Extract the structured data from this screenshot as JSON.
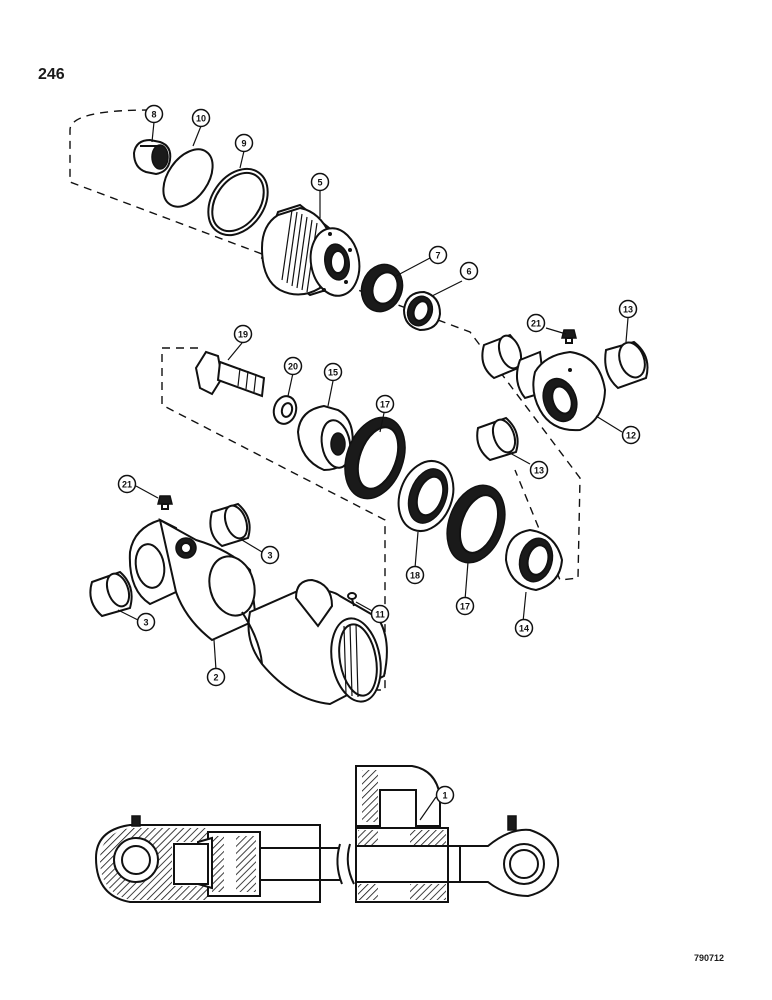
{
  "page": {
    "number": "246",
    "figure_id": "790712"
  },
  "callouts": [
    {
      "label": "8"
    },
    {
      "label": "10"
    },
    {
      "label": "9"
    },
    {
      "label": "5"
    },
    {
      "label": "7"
    },
    {
      "label": "6"
    },
    {
      "label": "21"
    },
    {
      "label": "13"
    },
    {
      "label": "19"
    },
    {
      "label": "20"
    },
    {
      "label": "15"
    },
    {
      "label": "17"
    },
    {
      "label": "12"
    },
    {
      "label": "13"
    },
    {
      "label": "21"
    },
    {
      "label": "3"
    },
    {
      "label": "3"
    },
    {
      "label": "18"
    },
    {
      "label": "17"
    },
    {
      "label": "11"
    },
    {
      "label": "14"
    },
    {
      "label": "2"
    },
    {
      "label": "1"
    }
  ]
}
